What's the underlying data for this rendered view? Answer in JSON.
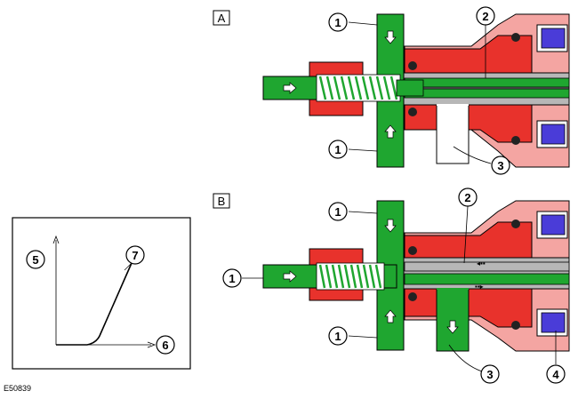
{
  "figure_ref": "E50839",
  "sections": {
    "a": "A",
    "b": "B"
  },
  "callouts": {
    "c1": "1",
    "c2": "2",
    "c3": "3",
    "c4": "4",
    "c5": "5",
    "c6": "6",
    "c7": "7"
  },
  "colors": {
    "fluid_green": "#1fa630",
    "housing_red": "#e8322c",
    "housing_pink": "#f4a5a2",
    "body_grey": "#b7b7b7",
    "solenoid_blue": "#4a3cd8",
    "spring_white": "#ffffff",
    "outline": "#000000"
  },
  "icons": {
    "flow_arrow": "arrow-icon",
    "spring": "spring-icon",
    "solenoid": "solenoid-icon",
    "o_ring": "o-ring-icon"
  }
}
